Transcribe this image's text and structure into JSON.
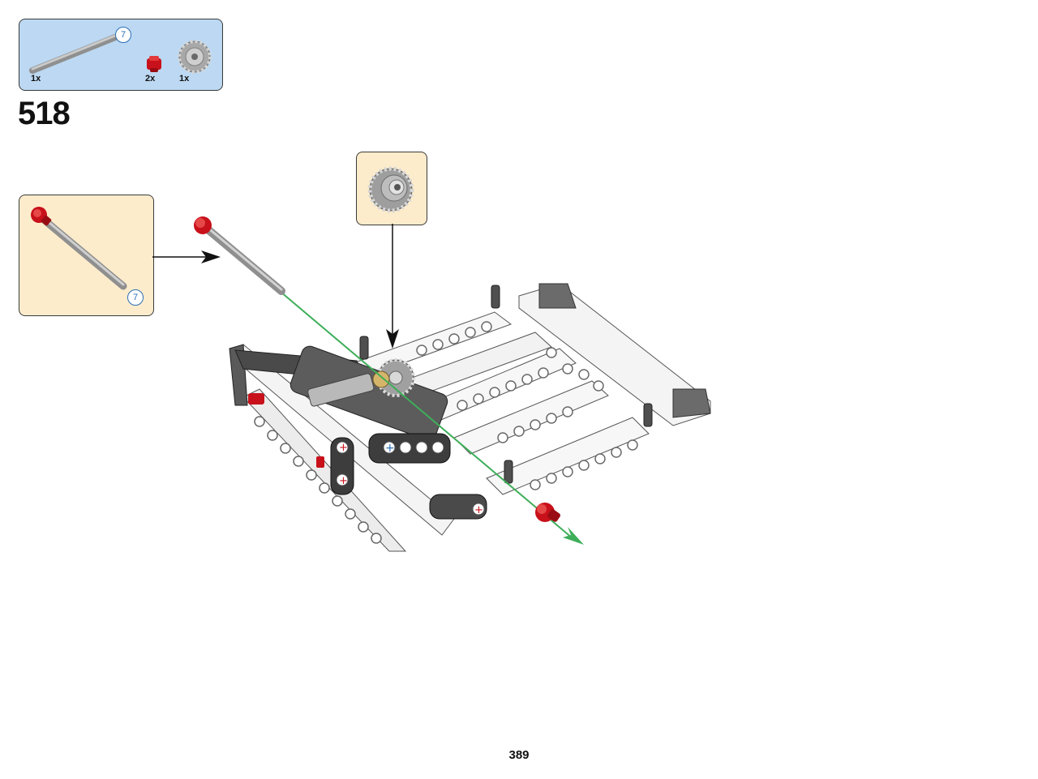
{
  "parts_list": {
    "items": [
      {
        "part": "axle",
        "quantity": "1x",
        "length_badge": "7"
      },
      {
        "part": "bushing",
        "quantity": "2x"
      },
      {
        "part": "gear",
        "quantity": "1x"
      }
    ]
  },
  "step": {
    "number": "518"
  },
  "callouts": {
    "axle_subassembly": {
      "length_badge": "7"
    },
    "gear_subassembly": {}
  },
  "colors": {
    "parts_box_bg": "#bcd8f2",
    "callout_bg": "#fdeccb",
    "guide_line": "#3fae5a",
    "accent_red": "#c8111b",
    "badge_blue": "#2a6fb6"
  },
  "page": {
    "number": "389"
  }
}
